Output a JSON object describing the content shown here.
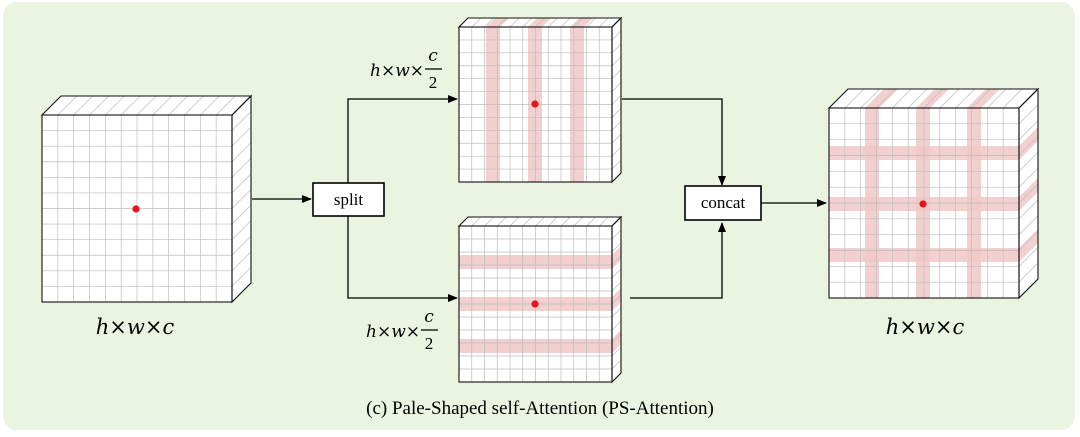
{
  "diagram": {
    "input_label": {
      "h": "h",
      "w": "w",
      "c": "c",
      "times": "×"
    },
    "output_label": {
      "h": "h",
      "w": "w",
      "c": "c",
      "times": "×"
    },
    "branch_top_label": {
      "h": "h",
      "w": "w",
      "num": "c",
      "den": "2",
      "times": "×"
    },
    "branch_bottom_label": {
      "h": "h",
      "w": "w",
      "num": "c",
      "den": "2",
      "times": "×"
    },
    "split_label": "split",
    "concat_label": "concat",
    "caption": "(c) Pale-Shaped self-Attention (PS-Attention)"
  },
  "colors": {
    "panel_background": "#ebf3e1",
    "highlight_band": "#f0c8c8",
    "query_dot": "#e8141c"
  }
}
